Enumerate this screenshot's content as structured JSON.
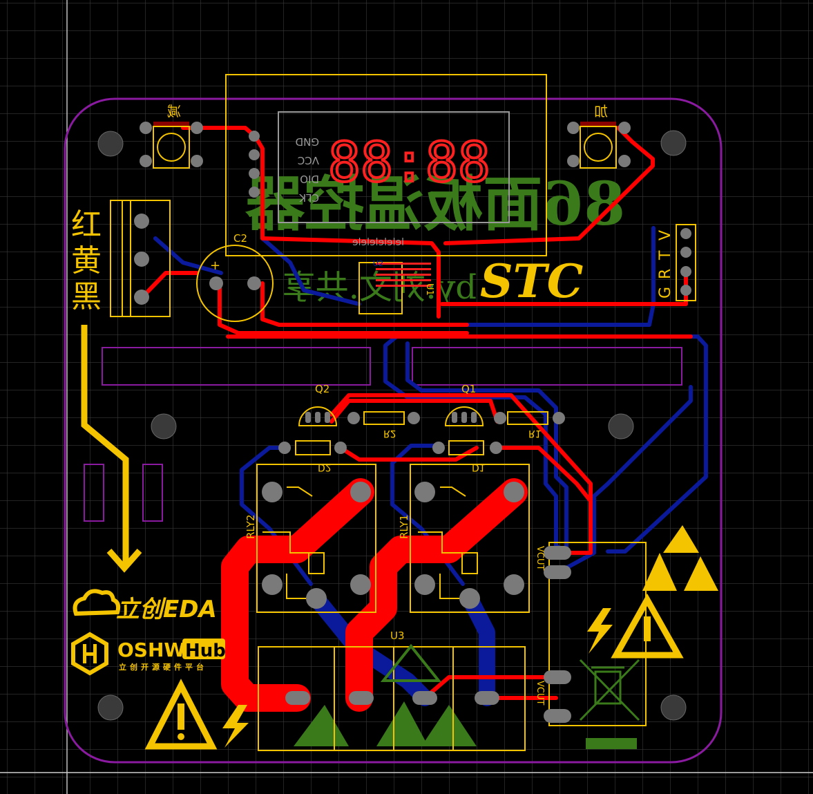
{
  "colors": {
    "background": "#000000",
    "grid": "#3a3a3a",
    "board_outline": "#8a1aa0",
    "top_copper": "#ff0000",
    "bottom_copper": "#0a1a9a",
    "top_silk": "#f5c400",
    "bottom_silk": "#3a7a1a",
    "pad": "#7a7a7a",
    "keepout": "#8a1aa0"
  },
  "silkscreen": {
    "btn_left": "减",
    "btn_right": "加",
    "display_digits": "88:88",
    "display_pins": [
      "GND",
      "VCC",
      "DIO",
      "CLK"
    ],
    "display_part_mark": "lelelelelele",
    "wire_colors": [
      "红",
      "黄",
      "黑"
    ],
    "cap_label": "C2",
    "cap_plus": "+",
    "ic_label": "U1",
    "ic_label_back": "U2",
    "brand": "STC",
    "connector_pins": [
      "G",
      "R",
      "T",
      "V"
    ],
    "q2": "Q2",
    "q1": "Q1",
    "r2": "R2",
    "r1": "R1",
    "d2": "D2",
    "d1": "D1",
    "rly2": "RLY2",
    "rly1": "RLY1",
    "u3": "U3",
    "vcut_top": "VCUT",
    "vcut_bottom": "VCUT",
    "lcsc_logo": "立创EDA",
    "oshw_logo_a": "OSHW",
    "oshw_logo_b": "Hub",
    "oshw_tagline": "立创开源硬件平台",
    "bottom_title": "86面板温控器",
    "bottom_author": "by:刘文.共享"
  }
}
